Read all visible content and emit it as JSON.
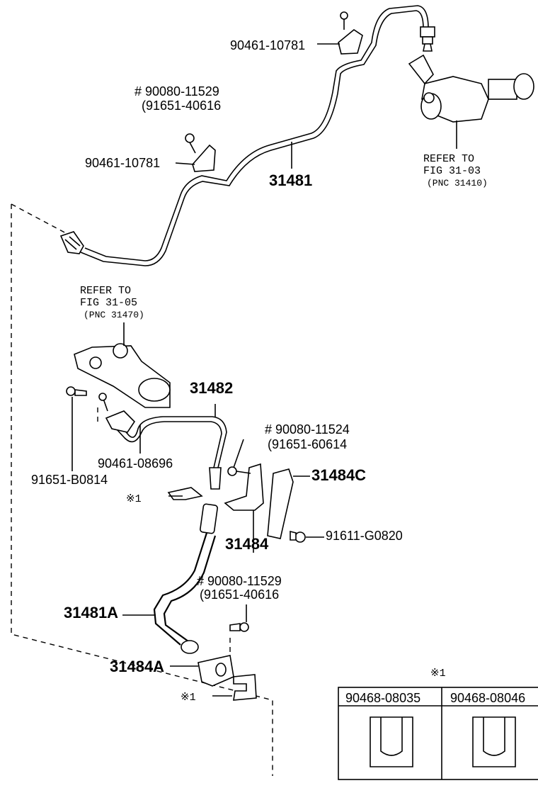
{
  "labels": {
    "pn_90461_10781_top": "90461-10781",
    "pn_90080_11529_top": "# 90080-11529",
    "pn_91651_40616_top": "(91651-40616",
    "pn_90461_10781_mid": "90461-10781",
    "pn_31481": "31481",
    "refer_1303_a": "REFER TO",
    "refer_1303_b": "FIG 31-03",
    "refer_1303_c": "(PNC 31410)",
    "refer_1305_a": "REFER TO",
    "refer_1305_b": "FIG  31-05",
    "refer_1305_c": "(PNC 31470)",
    "pn_31482": "31482",
    "pn_90080_11524": "# 90080-11524",
    "pn_91651_60614": "(91651-60614",
    "pn_31484C": "31484C",
    "pn_90461_08696": "90461-08696",
    "pn_91651_B0814": "91651-B0814",
    "mark1_a": "※1",
    "pn_31484": "31484",
    "pn_91611_G0820": "91611-G0820",
    "pn_90080_11529_bot": "# 90080-11529",
    "pn_91651_40616_bot": "(91651-40616",
    "pn_31481A": "31481A",
    "pn_31484A": "31484A",
    "mark1_b": "※1",
    "mark1_table": "※1"
  },
  "table": {
    "headers": [
      "90468-08035",
      "90468-08046"
    ]
  }
}
